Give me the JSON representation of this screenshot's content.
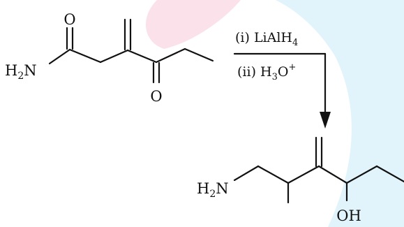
{
  "reactant": {
    "atom_labels": {
      "amide_oxygen": "O",
      "ketone_oxygen": "O",
      "amine_group": {
        "main": "H",
        "sub": "2",
        "tail": "N"
      }
    }
  },
  "conditions": {
    "step1": {
      "prefix": "(i) LiAlH",
      "sub": "4"
    },
    "step2": {
      "prefix": "(ii) H",
      "sub": "3",
      "mid": "O",
      "sup": "+"
    }
  },
  "product": {
    "atom_labels": {
      "amine_group": {
        "main": "H",
        "sub": "2",
        "tail": "N"
      },
      "hydroxyl": "OH"
    }
  },
  "colors": {
    "ink": "#111111",
    "watermark_pink": "#fbe1ea",
    "watermark_blue": "#e2f4fb",
    "background": "#ffffff"
  }
}
